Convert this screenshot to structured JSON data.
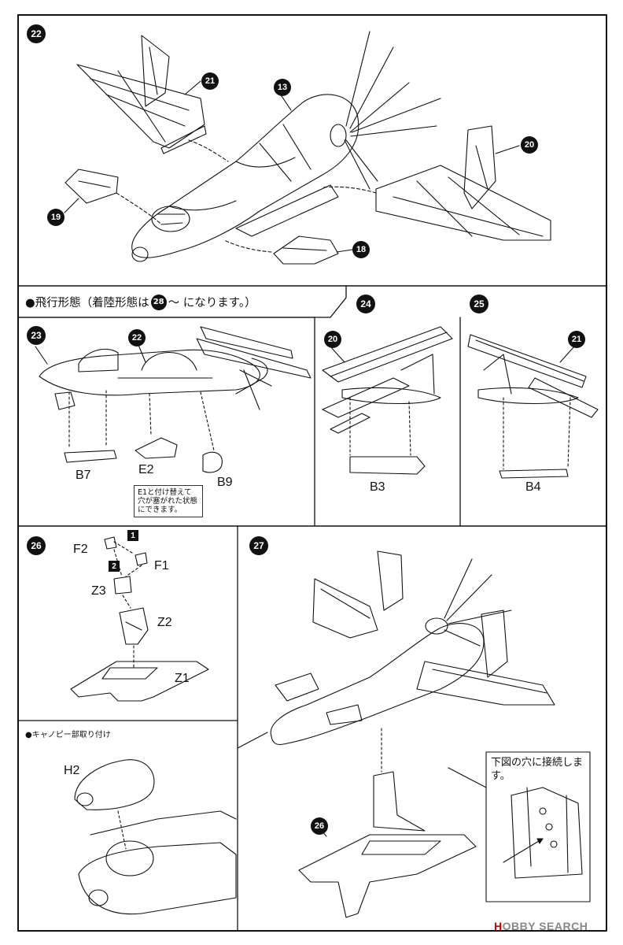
{
  "steps": {
    "s22": "22",
    "s23": "23",
    "s24": "24",
    "s25": "25",
    "s26": "26",
    "s27": "27",
    "s28": "28"
  },
  "parts": {
    "p21a": "21",
    "p13": "13",
    "p20a": "20",
    "p19": "19",
    "p18": "18",
    "p22": "22",
    "p20b": "20",
    "p21b": "21",
    "p26": "26"
  },
  "labels": {
    "flight_header_pre": "●飛行形態（着陸形態は",
    "flight_header_post": "～ になります。）",
    "b7": "B7",
    "e2": "E2",
    "b9": "B9",
    "b3": "B3",
    "b4": "B4",
    "f2": "F2",
    "f1": "F1",
    "z3": "Z3",
    "z2": "Z2",
    "z1": "Z1",
    "h2": "H2",
    "sq1": "1",
    "sq2": "2",
    "canopy_header": "●キャノピー部取り付け"
  },
  "notes": {
    "e2_note": "E1と付け替えて穴が塞がれた状態にできます。",
    "hole_note": "下図の穴に接続します。"
  },
  "watermark": {
    "brand_red": "H",
    "brand_rest": "OBBY SEARCH"
  }
}
